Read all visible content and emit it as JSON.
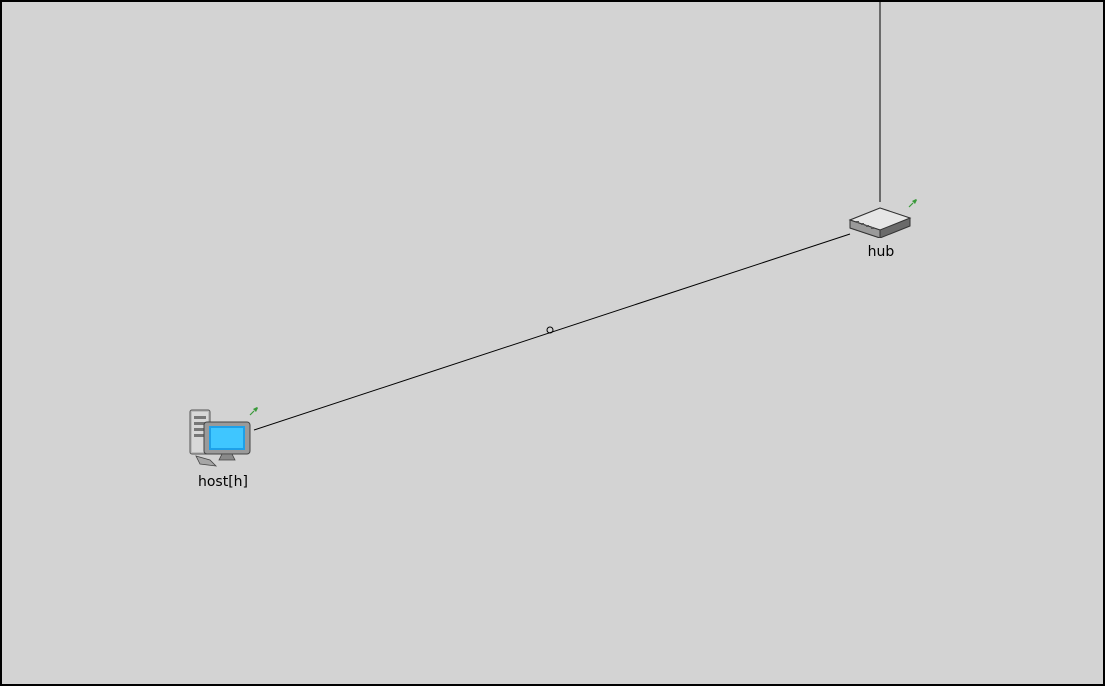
{
  "network": {
    "nodes": {
      "host": {
        "label": "host[h]",
        "icon": "desktop-computer-icon"
      },
      "hub": {
        "label": "hub",
        "icon": "network-hub-icon"
      }
    },
    "links": [
      {
        "from": "host",
        "to": "hub"
      },
      {
        "from": "hub",
        "to": "offscreen-top"
      }
    ]
  },
  "colors": {
    "canvas_background": "#d3d3d3",
    "border": "#000000",
    "link": "#000000",
    "pin": "#3a9a3a",
    "screen": "#1ea0e8"
  }
}
